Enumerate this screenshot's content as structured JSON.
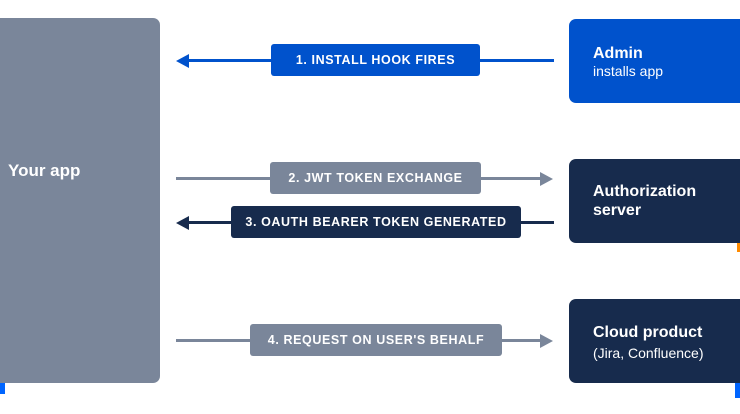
{
  "your_app": {
    "label": "Your app"
  },
  "admin": {
    "title": "Admin",
    "subtitle": "installs app"
  },
  "auth_server": {
    "title_line1": "Authorization",
    "title_line2": "server"
  },
  "cloud_product": {
    "title": "Cloud product",
    "subtitle": "(Jira, Confluence)"
  },
  "steps": [
    {
      "label": "1. INSTALL HOOK FIRES",
      "direction": "to-app"
    },
    {
      "label": "2. JWT TOKEN EXCHANGE",
      "direction": "to-auth-server"
    },
    {
      "label": "3. OAUTH BEARER TOKEN GENERATED",
      "direction": "to-app"
    },
    {
      "label": "4. REQUEST ON USER'S BEHALF",
      "direction": "to-cloud-product"
    }
  ],
  "colors": {
    "app_panel": "#7a869a",
    "admin_box": "#0052cc",
    "server_box": "#172b4d",
    "install_arrow": "#0052cc",
    "gray_arrow": "#7a869a",
    "dark_arrow": "#172b4d"
  }
}
